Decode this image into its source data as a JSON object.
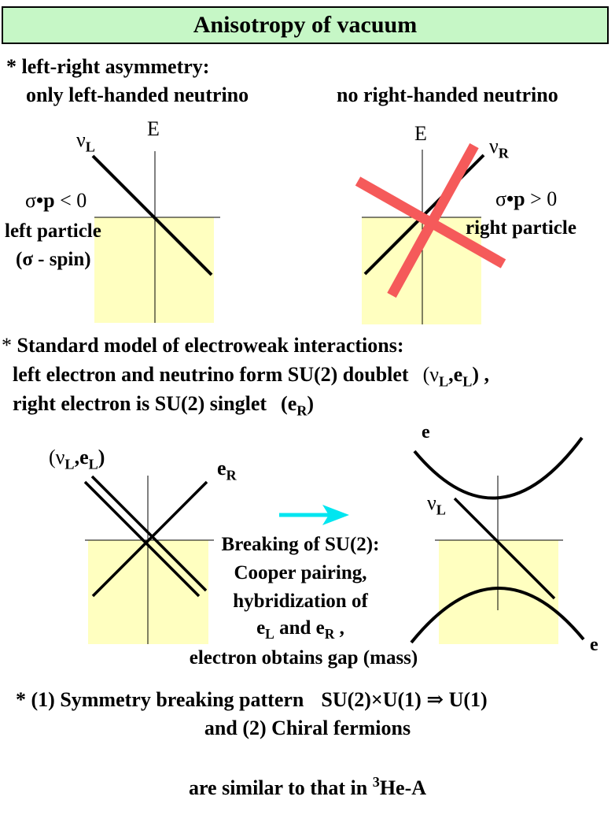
{
  "title": "Anisotropy of vacuum",
  "section1": {
    "bullet": "* left-right asymmetry:",
    "left_caption": "only left-handed neutrino",
    "right_caption": "no right-handed neutrino",
    "left_diagram": {
      "axis_label": "E",
      "line_label_base": "ν",
      "line_label_sub": "L",
      "helicity_sigma": "σ",
      "helicity_dot": "•",
      "helicity_p": "p",
      "helicity_rel": " < 0",
      "particle_line1": "left particle",
      "particle_line2": "(σ - spin)"
    },
    "right_diagram": {
      "axis_label": "E",
      "line_label_base": "ν",
      "line_label_sub": "R",
      "helicity_sigma": "σ",
      "helicity_dot": "•",
      "helicity_p": "p",
      "helicity_rel": " > 0",
      "particle_line1": "right particle"
    }
  },
  "section2": {
    "bullet": "*",
    "heading": " Standard model of electroweak interactions:",
    "line1": "left electron and neutrino form SU(2) doublet",
    "doublet_open": "(ν",
    "doublet_sub1": "L",
    "doublet_mid": ",e",
    "doublet_sub2": "L",
    "doublet_close": ") ,",
    "line2": "right electron is SU(2) singlet",
    "singlet_open": "(e",
    "singlet_sub": "R",
    "singlet_close": ")"
  },
  "section3": {
    "left_doublet_open": "(ν",
    "left_doublet_sub1": "L",
    "left_doublet_mid": ",e",
    "left_doublet_sub2": "L",
    "left_doublet_close": ")",
    "eR_base": "e",
    "eR_sub": "R",
    "breaking_lines": [
      "Breaking of SU(2):",
      "Cooper pairing,",
      "hybridization of"
    ],
    "eL_base": "e",
    "eL_sub": "L",
    "and_text": " and ",
    "eR2_base": "e",
    "eR2_sub": "R",
    "eR2_tail": " ,",
    "gap_line": "electron obtains gap (mass)",
    "e_top": "e",
    "e_bottom": "e",
    "nuL_base": "ν",
    "nuL_sub": "L"
  },
  "section4": {
    "line1_left": "* (1) Symmetry breaking pattern",
    "line1_right": "SU(2)×U(1) ⇒ U(1)",
    "line2": "and (2) Chiral fermions",
    "line3_pre": "are similar to that in ",
    "line3_sup": "3",
    "line3_post": "He-A"
  },
  "colors": {
    "title_bg": "#c6f7c6",
    "fill_region": "#ffffc0",
    "cross": "#f55a5a",
    "arrow": "#00e6f0"
  }
}
